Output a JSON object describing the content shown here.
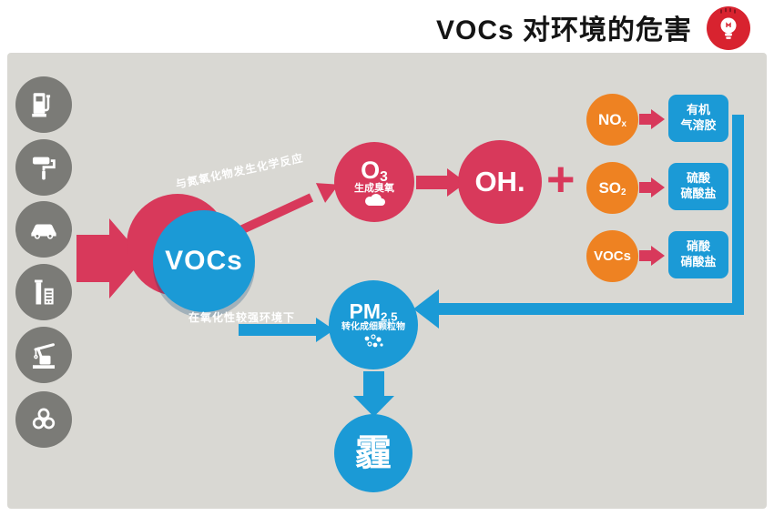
{
  "title": {
    "text": "VOCs 对环境的危害"
  },
  "colors": {
    "red": "#d8395b",
    "blue": "#1b9ad6",
    "orange": "#ee8222",
    "icon_gray": "#7b7b77",
    "panel_bg": "#d9d8d3",
    "canvas_bg": "#ffffff",
    "title_color": "#141414"
  },
  "sources": {
    "items": [
      {
        "icon": "fuel-pump-icon"
      },
      {
        "icon": "paint-roller-icon"
      },
      {
        "icon": "car-icon"
      },
      {
        "icon": "factory-icon"
      },
      {
        "icon": "crane-icon"
      },
      {
        "icon": "biohazard-icon"
      }
    ]
  },
  "nodes": {
    "vocs": {
      "label": "VOCs"
    },
    "o3": {
      "base": "O",
      "sub": "3",
      "caption": "生成臭氧",
      "icon": "cloud-icon"
    },
    "oh": {
      "label": "OH."
    },
    "plus": {
      "label": "+"
    },
    "nox": {
      "base": "NO",
      "sub": "x"
    },
    "so2": {
      "base": "SO",
      "sub": "2"
    },
    "vocs_small": {
      "label": "VOCs"
    },
    "pm25": {
      "base": "PM",
      "sub": "2.5",
      "caption": "转化成细颗粒物",
      "icon": "particles-icon"
    },
    "haze": {
      "label": "霾"
    }
  },
  "products": [
    {
      "line1": "有机",
      "line2": "气溶胶"
    },
    {
      "line1": "硫酸",
      "line2": "硫酸盐"
    },
    {
      "line1": "硝酸",
      "line2": "硝酸盐"
    }
  ],
  "edges": {
    "reaction_label": "与氮氧化物发生化学反应",
    "oxidation_label": "在氧化性较强环境下"
  }
}
